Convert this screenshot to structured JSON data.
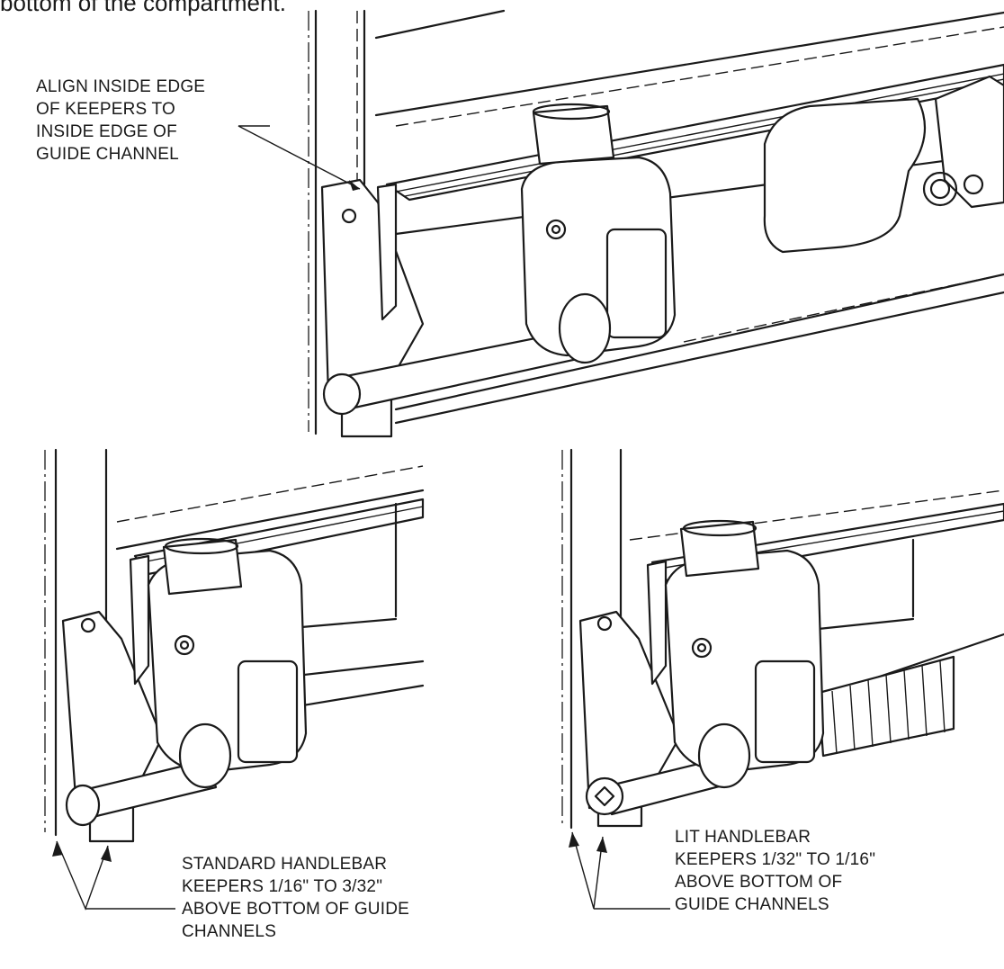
{
  "header_fragment": "bottom of the compartment.",
  "callouts": {
    "align_keepers": {
      "lines": [
        "ALIGN INSIDE EDGE",
        "OF KEEPERS TO",
        "INSIDE EDGE OF",
        "GUIDE CHANNEL"
      ]
    },
    "standard_handlebar": {
      "lines": [
        "STANDARD HANDLEBAR",
        "KEEPERS 1/16\" TO 3/32\"",
        "ABOVE BOTTOM OF GUIDE",
        "CHANNELS"
      ]
    },
    "lit_handlebar": {
      "lines": [
        "LIT HANDLEBAR",
        "KEEPERS 1/32\" TO 1/16\"",
        "ABOVE BOTTOM OF",
        "GUIDE CHANNELS"
      ]
    }
  },
  "views": [
    "top-assembly",
    "standard-handlebar-detail",
    "lit-handlebar-detail"
  ]
}
